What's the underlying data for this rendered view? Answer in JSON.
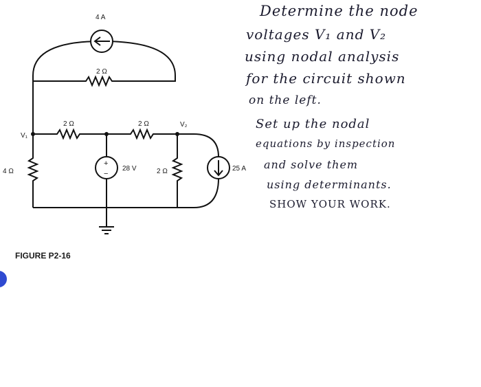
{
  "figure": {
    "caption": "FIGURE P2-16",
    "labels": {
      "source_top": "4 A",
      "r_top": "2 Ω",
      "r_left_series": "2 Ω",
      "r_mid_series": "2 Ω",
      "node_v1": "V₁",
      "node_v2": "V₂",
      "r_left_shunt": "4 Ω",
      "source_voltage": "28 V",
      "r_mid_shunt": "2 Ω",
      "source_right": "25 A",
      "plus": "+",
      "minus": "−"
    }
  },
  "question": {
    "lines": [
      "Determine the node",
      "voltages  V₁  and  V₂",
      "using nodal analysis",
      "for the circuit shown",
      "on  the  left.",
      "Set up  the nodal",
      "equations by inspection",
      "and  solve  them",
      "using  determinants.",
      "SHOW  YOUR  WORK."
    ]
  },
  "colors": {
    "ink": "#111111",
    "handwriting": "#1b1b2e",
    "blue_marker": "#2f4ad1"
  }
}
